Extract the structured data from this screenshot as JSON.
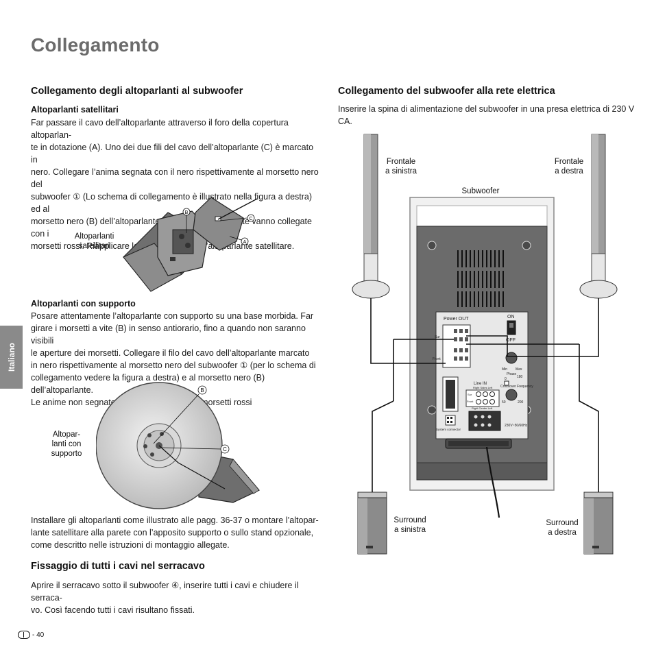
{
  "page": {
    "title": "Collegamento",
    "language_tab": "Italiano",
    "page_number": "- 40"
  },
  "left": {
    "section1_heading": "Collegamento degli altoparlanti al subwoofer",
    "sub1_heading": "Altoparlanti satellitari",
    "sub1_lines": [
      "Far passare il cavo dell’altoparlante attraverso il foro della copertura altoparlan-",
      "te in dotazione (A). Uno dei due fili del cavo dell’altoparlante (C) è marcato in",
      "nero. Collegare l’anima segnata con il nero rispettivamente al morsetto nero del",
      "subwoofer ① (Lo schema di collegamento è illustrato nella figura a destra) ed al",
      "morsetto nero (B) dell’altoparlante. Le anime non segnate vanno collegate con i",
      "morsetti rossi. Riapplicare la copertura (A) sull’altoparlante satellitare."
    ],
    "fig1_label_line1": "Altoparlanti",
    "fig1_label_line2": "satellitari",
    "fig1_marker_b": "B",
    "fig1_marker_c": "C",
    "fig1_marker_a": "A",
    "sub2_heading": "Altoparlanti con supporto",
    "sub2_lines": [
      "Posare attentamente l’altoparlante con supporto su una base morbida. Far",
      "girare i morsetti a vite (B) in senso antiorario, fino a quando non saranno visibili",
      "le aperture dei morsetti. Collegare il filo del cavo dell’altoparlante marcato",
      "in nero rispettivamente al morsetto nero del subwoofer ① (per lo schema di",
      "collegamento vedere la figura a destra) e al morsetto nero (B) dell’altoparlante.",
      "Le anime non segnate vanno collegate con i morsetti rossi"
    ],
    "fig2_label_line1": "Altopar-",
    "fig2_label_line2": "lanti con",
    "fig2_label_line3": "supporto",
    "fig2_marker_b": "B",
    "fig2_marker_c": "C",
    "install_lines": [
      "Installare gli altoparlanti come illustrato alle pagg. 36-37 o montare l’altopar-",
      "lante satellitare alla parete con l’apposito supporto o sullo stand opzionale,",
      "come descritto nelle istruzioni di montaggio allegate."
    ],
    "section2_heading": "Fissaggio di tutti i cavi nel serracavo",
    "section2_lines": [
      "Aprire il serracavo sotto il subwoofer ④, inserire tutti i cavi e chiudere il serraca-",
      "vo. Così facendo tutti i cavi risultano fissati."
    ]
  },
  "right": {
    "section_heading": "Collegamento del subwoofer alla rete elettrica",
    "intro": "Inserire la spina di alimentazione del subwoofer in una presa elettrica di 230 V CA.",
    "labels": {
      "front_left_1": "Frontale",
      "front_left_2": "a sinistra",
      "front_right_1": "Frontale",
      "front_right_2": "a destra",
      "subwoofer": "Subwoofer",
      "surround_left_1": "Surround",
      "surround_left_2": "a sinistra",
      "surround_right_1": "Surround",
      "surround_right_2": "a destra"
    },
    "panel": {
      "power_out": "Power OUT",
      "on": "ON",
      "off": "OFF",
      "line_in": "Line IN",
      "phase": "Phase",
      "crossover": "Crossover Frequency",
      "min": "Min",
      "max": "Max",
      "deg0": "0",
      "deg180": "180",
      "f50": "50",
      "f200": "200",
      "right_sides_left": "Right Sides Left",
      "right_center_left": "Right Center Left",
      "sur": "Sur",
      "front": "Front",
      "system_connector": "System connector",
      "mains": "230V~50/60Hz"
    }
  }
}
